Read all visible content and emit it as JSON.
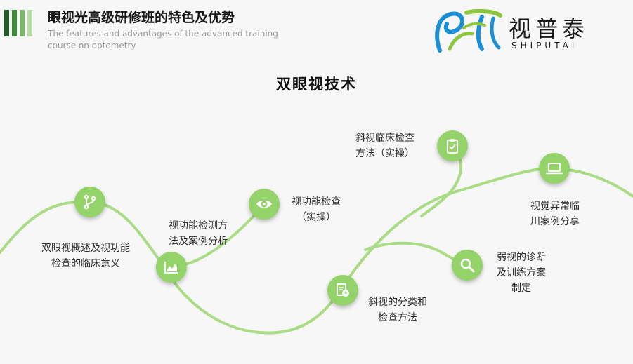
{
  "header": {
    "title": "眼视光高级研修班的特色及优势",
    "subtitle_en": "The features and advantages of the advanced training course on optometry",
    "stripe_colors": [
      "#1f5d25",
      "#3f8a3a",
      "#79b86a",
      "#b5dca3"
    ]
  },
  "logo": {
    "cn": "视普泰",
    "en": "SHIPUTAI",
    "colors": {
      "green": "#8cc63f",
      "blue": "#1d8fd6"
    }
  },
  "section_title": "双眼视技术",
  "accent_color": "#94d36a",
  "curve_color": "#a9dc85",
  "nodes": [
    {
      "icon": "branch-icon",
      "lines": [
        "双眼视概述及视功能",
        "检查的临床意义"
      ]
    },
    {
      "icon": "chart-icon",
      "lines": [
        "视功能检测方",
        "法及案例分析"
      ]
    },
    {
      "icon": "eye-icon",
      "lines": [
        "视功能检查",
        "（实操）"
      ]
    },
    {
      "icon": "clipboard-check-icon",
      "lines": [
        "斜视临床检查",
        "方法（实操）"
      ]
    },
    {
      "icon": "document-clock-icon",
      "lines": [
        "斜视的分类和",
        "检查方法"
      ]
    },
    {
      "icon": "laptop-icon",
      "lines": [
        "视觉异常临",
        "川案例分享"
      ]
    },
    {
      "icon": "search-icon",
      "lines": [
        "弱视的诊断",
        "及训练方案",
        "制定"
      ]
    }
  ]
}
